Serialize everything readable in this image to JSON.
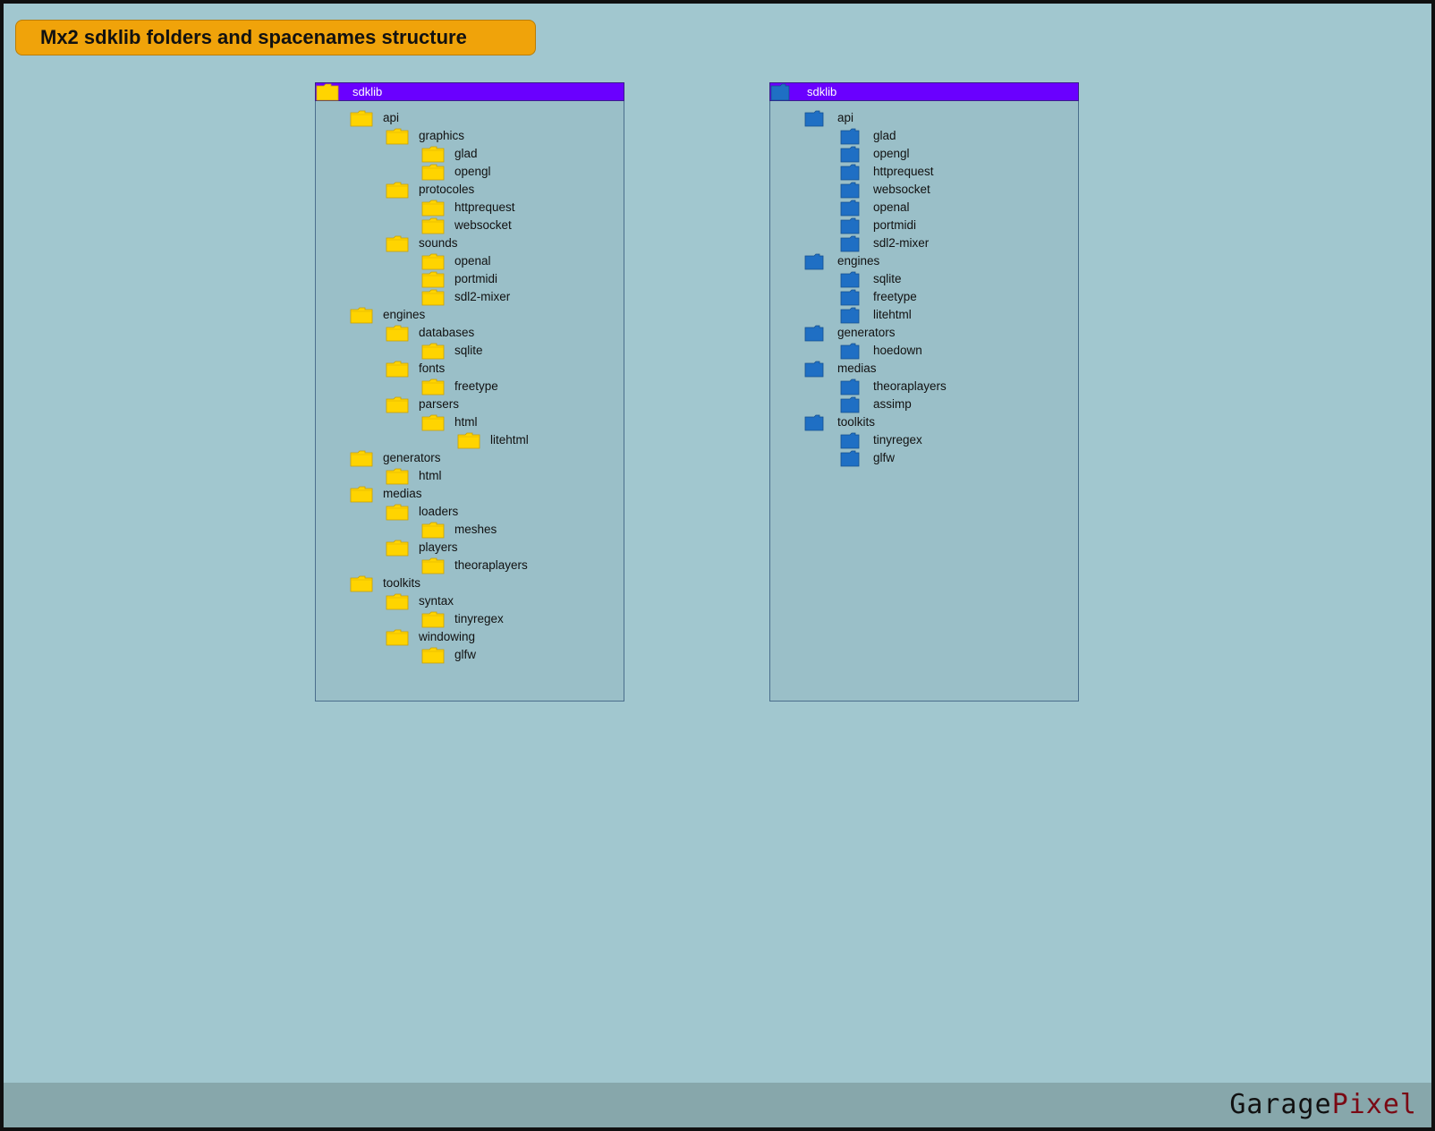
{
  "title": "Mx2 sdklib folders and spacenames structure",
  "colors": {
    "background": "#a1c7cf",
    "title_badge": "#f0a30a",
    "panel_header": "#6a00ff",
    "folder_yellow": "#ffd400",
    "namespace_blue": "#1f6fc4"
  },
  "folders_panel": {
    "title": "sdklib",
    "icon": "folder-icon",
    "items": [
      {
        "label": "api",
        "depth": 0
      },
      {
        "label": "graphics",
        "depth": 1
      },
      {
        "label": "glad",
        "depth": 2
      },
      {
        "label": "opengl",
        "depth": 2
      },
      {
        "label": "protocoles",
        "depth": 1
      },
      {
        "label": "httprequest",
        "depth": 2
      },
      {
        "label": "websocket",
        "depth": 2
      },
      {
        "label": "sounds",
        "depth": 1
      },
      {
        "label": "openal",
        "depth": 2
      },
      {
        "label": "portmidi",
        "depth": 2
      },
      {
        "label": "sdl2-mixer",
        "depth": 2
      },
      {
        "label": "engines",
        "depth": 0
      },
      {
        "label": "databases",
        "depth": 1
      },
      {
        "label": "sqlite",
        "depth": 2
      },
      {
        "label": "fonts",
        "depth": 1
      },
      {
        "label": "freetype",
        "depth": 2
      },
      {
        "label": "parsers",
        "depth": 1
      },
      {
        "label": "html",
        "depth": 2
      },
      {
        "label": "litehtml",
        "depth": 3
      },
      {
        "label": "generators",
        "depth": 0
      },
      {
        "label": "html",
        "depth": 1
      },
      {
        "label": "medias",
        "depth": 0
      },
      {
        "label": "loaders",
        "depth": 1
      },
      {
        "label": "meshes",
        "depth": 2
      },
      {
        "label": "players",
        "depth": 1
      },
      {
        "label": "theoraplayers",
        "depth": 2
      },
      {
        "label": "toolkits",
        "depth": 0
      },
      {
        "label": "syntax",
        "depth": 1
      },
      {
        "label": "tinyregex",
        "depth": 2
      },
      {
        "label": "windowing",
        "depth": 1
      },
      {
        "label": "glfw",
        "depth": 2
      }
    ]
  },
  "namespaces_panel": {
    "title": "sdklib",
    "icon": "namespace-folder-icon",
    "items": [
      {
        "label": "api",
        "depth": 0
      },
      {
        "label": "glad",
        "depth": 1
      },
      {
        "label": "opengl",
        "depth": 1
      },
      {
        "label": "httprequest",
        "depth": 1
      },
      {
        "label": "websocket",
        "depth": 1
      },
      {
        "label": "openal",
        "depth": 1
      },
      {
        "label": "portmidi",
        "depth": 1
      },
      {
        "label": "sdl2-mixer",
        "depth": 1
      },
      {
        "label": "engines",
        "depth": 0
      },
      {
        "label": "sqlite",
        "depth": 1
      },
      {
        "label": "freetype",
        "depth": 1
      },
      {
        "label": "litehtml",
        "depth": 1
      },
      {
        "label": "generators",
        "depth": 0
      },
      {
        "label": "hoedown",
        "depth": 1
      },
      {
        "label": "medias",
        "depth": 0
      },
      {
        "label": "theoraplayers",
        "depth": 1
      },
      {
        "label": "assimp",
        "depth": 1
      },
      {
        "label": "toolkits",
        "depth": 0
      },
      {
        "label": "tinyregex",
        "depth": 1
      },
      {
        "label": "glfw",
        "depth": 1
      }
    ]
  },
  "footer": {
    "brand_part1": "Garage",
    "brand_part2": "Pixel"
  }
}
